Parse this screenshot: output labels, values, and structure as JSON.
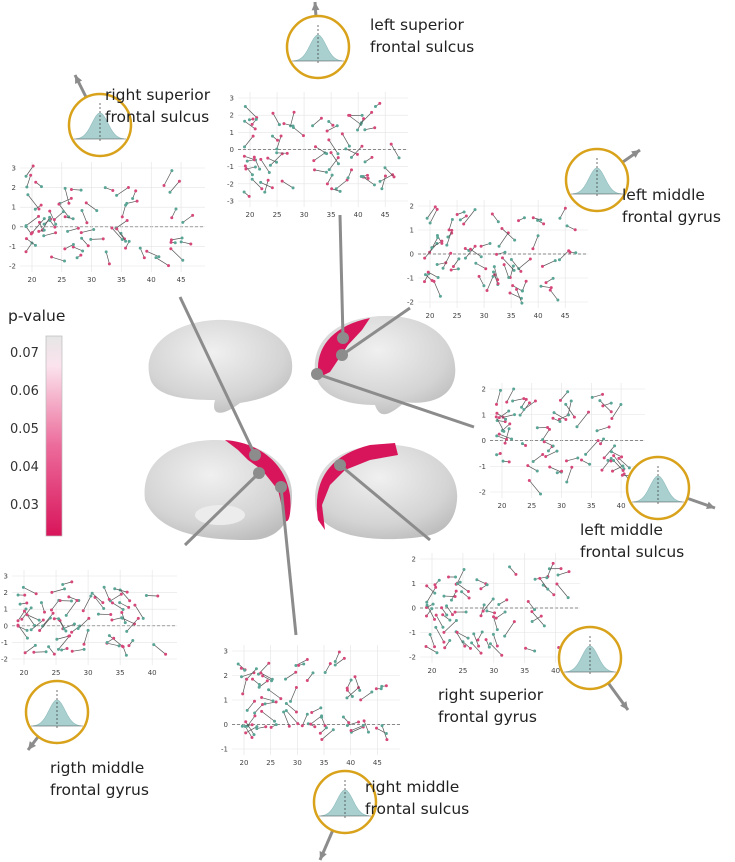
{
  "colorbar": {
    "title": "p-value",
    "ticks": [
      "0.07",
      "0.06",
      "0.05",
      "0.04",
      "0.03"
    ],
    "colors": {
      "high": "#e6e6e6",
      "low": "#d8155a"
    }
  },
  "colors": {
    "accent": "#d8155a",
    "circle": "#d9a21b",
    "connector": "#8c8c8c",
    "point_a": "#5aa596",
    "point_b": "#d6487a",
    "density": "#a9cfcf"
  },
  "panels": [
    {
      "id": "rsfs",
      "label": [
        "right superior",
        "frontal sulcus"
      ],
      "yticks": [
        "3",
        "2",
        "1",
        "0",
        "-1",
        "-2"
      ],
      "xticks": [
        "20",
        "25",
        "30",
        "35",
        "40",
        "45"
      ]
    },
    {
      "id": "lsfs",
      "label": [
        "left superior",
        "frontal sulcus"
      ],
      "yticks": [
        "3",
        "2",
        "1",
        "0",
        "-1",
        "-2",
        "-3"
      ],
      "xticks": [
        "20",
        "25",
        "30",
        "35",
        "40",
        "45"
      ]
    },
    {
      "id": "lmfg",
      "label": [
        "left middle",
        "frontal gyrus"
      ],
      "yticks": [
        "2",
        "1",
        "0",
        "-1",
        "-2"
      ],
      "xticks": [
        "20",
        "25",
        "30",
        "35",
        "40",
        "45"
      ]
    },
    {
      "id": "lmfs",
      "label": [
        "left middle",
        "frontal sulcus"
      ],
      "yticks": [
        "2",
        "1",
        "0",
        "-1",
        "-2"
      ],
      "xticks": [
        "20",
        "25",
        "30",
        "35",
        "40"
      ]
    },
    {
      "id": "rsfg",
      "label": [
        "right superior",
        "frontal gyrus"
      ],
      "yticks": [
        "2",
        "1",
        "0",
        "-1",
        "-2"
      ],
      "xticks": [
        "20",
        "25",
        "30",
        "35",
        "40"
      ]
    },
    {
      "id": "rmfs",
      "label": [
        "right middle",
        "frontal sulcus"
      ],
      "yticks": [
        "3",
        "2",
        "1",
        "0",
        "-1"
      ],
      "xticks": [
        "20",
        "25",
        "30",
        "35",
        "40",
        "45"
      ]
    },
    {
      "id": "rmfg",
      "label": [
        "rigth middle",
        "frontal gyrus"
      ],
      "yticks": [
        "3",
        "2",
        "1",
        "0",
        "-1",
        "-2"
      ],
      "xticks": [
        "20",
        "25",
        "30",
        "35",
        "40"
      ]
    }
  ]
}
